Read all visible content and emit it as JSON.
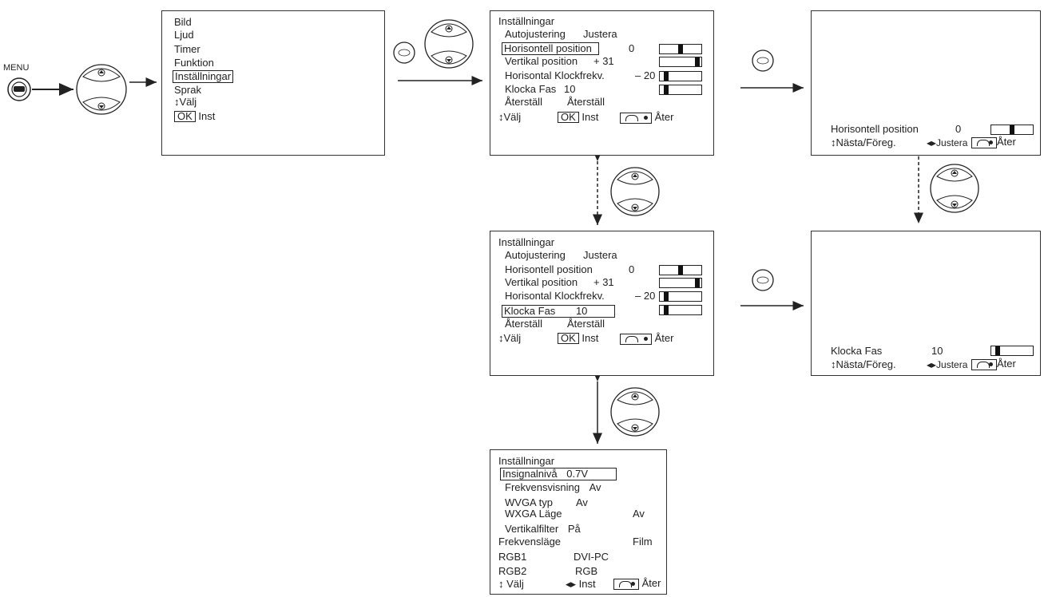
{
  "menu_key": {
    "label": "MENU"
  },
  "ok_key": {
    "label": "OK"
  },
  "main_menu": {
    "items": [
      "Bild",
      "Ljud",
      "Timer",
      "Funktion",
      "Inställningar",
      "Sprak"
    ],
    "hint_select": "↕Välj",
    "hint_ok_badge": "OK",
    "hint_ok_text": "Inst"
  },
  "settings_1": {
    "title": "Inställningar",
    "autojustering": "Autojustering",
    "justera": "Justera",
    "h_pos_label": "Horisontell position",
    "h_pos_value": "0",
    "v_pos_label": "Vertikal position",
    "v_pos_value": "+ 31",
    "h_clock_label": "Horisontal Klockfrekv.",
    "h_clock_value": "– 20",
    "phase_label": "Klocka Fas",
    "phase_value": "10",
    "reset_label": "Återställ",
    "reset_value": "Återställ",
    "select": "↕Välj",
    "ok_badge": "OK",
    "ok_text": "Inst",
    "back_text": "Åter"
  },
  "settings_2": {
    "title": "Inställningar",
    "autojustering": "Autojustering",
    "justera": "Justera",
    "h_pos_label": "Horisontell position",
    "h_pos_value": "0",
    "v_pos_label": "Vertikal position",
    "v_pos_value": "+ 31",
    "h_clock_label": "Horisontal Klockfrekv.",
    "h_clock_value": "– 20",
    "phase_label": "Klocka Fas",
    "phase_value": "10",
    "reset_label": "Återställ",
    "reset_value": "Återställ",
    "select": "↕Välj",
    "ok_badge": "OK",
    "ok_text": "Inst",
    "back_text": "Åter"
  },
  "settings_3": {
    "title": "Inställningar",
    "rows": [
      {
        "label": "Insignalnivå",
        "value": "0.7V"
      },
      {
        "label": "Frekvensvisning",
        "value": "Av"
      },
      {
        "label": "WVGA typ",
        "value": "Av"
      },
      {
        "label": "WXGA Läge",
        "value": "Av"
      },
      {
        "label": "Vertikalfilter",
        "value": "På"
      },
      {
        "label": "Frekvensläge",
        "value": "Film"
      },
      {
        "label": "RGB1",
        "value": "DVI-PC"
      },
      {
        "label": "RGB2",
        "value": "RGB"
      }
    ],
    "select": "↕ Välj",
    "inst": "◂▸ Inst",
    "back_text": "Åter"
  },
  "detail_hpos": {
    "label": "Horisontell position",
    "value": "0",
    "nav": "↕Nästa/Föreg.",
    "adjust": "◂▸Justera",
    "back_text": "Åter"
  },
  "detail_phase": {
    "label": "Klocka Fas",
    "value": "10",
    "nav": "↕Nästa/Föreg.",
    "adjust": "◂▸Justera",
    "back_text": "Åter"
  },
  "bars": {
    "h_pos": 0.5,
    "v_pos": 0.95,
    "h_clock": 0.1,
    "phase": 0.1
  },
  "colors": {
    "line": "#222222",
    "background": "#ffffff"
  }
}
